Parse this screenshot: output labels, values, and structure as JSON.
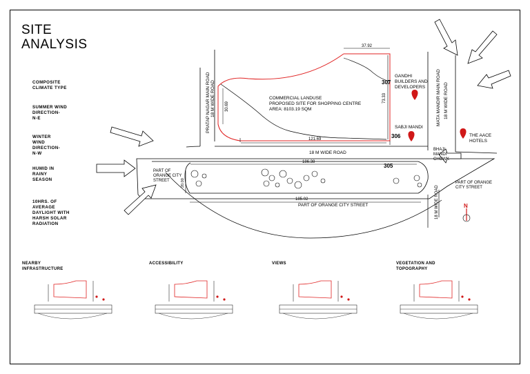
{
  "title_line1": "SITE",
  "title_line2": "ANALYSIS",
  "notes": {
    "climate": [
      "COMPOSITE",
      "CLIMATE TYPE"
    ],
    "summer": [
      "SUMMER WIND",
      "DIRECTION-",
      "N-E"
    ],
    "winter": [
      "WINTER",
      "WIND",
      "DIRECTION-",
      "N-W"
    ],
    "humid": [
      "HUMID IN",
      "RAINY",
      "SEASON"
    ],
    "daylight": [
      "10HRS. OF",
      "AVERAGE",
      "DAYLIGHT WITH",
      "HARSH SOLAR",
      "RADIATION"
    ]
  },
  "map": {
    "road_left": [
      "PRATAP NAGAR MAIN ROAD",
      "18 M WIDE ROAD"
    ],
    "road_right": [
      "MATA MANDIR MAIN ROAD",
      "18 M WIDE ROAD"
    ],
    "road_bottom_right": "18 M WIDE ROAD",
    "road_middle": "18 M WIDE ROAD",
    "site_label": [
      "COMMERCIAL LANDUSE",
      "PROPOSED SITE FOR SHOPPING CENTRE",
      "AREA: 8103.19 SQM"
    ],
    "gandhi": [
      "GANDHI",
      "BUILDERS AND",
      "DEVELOPERS"
    ],
    "sabji": "SABJI MANDI",
    "aace": [
      "THE AACE",
      "HOTELS"
    ],
    "bhaji": [
      "BHAJI",
      "MANDI",
      "CHOWK"
    ],
    "orange_left": [
      "PART OF",
      "ORANGE CITY",
      "STREET"
    ],
    "orange_right": [
      "PART OF ORANGE",
      "CITY STREET"
    ],
    "orange_bottom": "PART OF ORANGE CITY STREET",
    "dim_top": "37.92",
    "dim_right": "73.33",
    "dim_left": "30.69",
    "dim_bottom": "121.69",
    "dim_road_top": "186.38",
    "dim_road_bottom": "185.02",
    "dim_road_side": "20.00",
    "plot_307": "307",
    "plot_306": "306",
    "plot_305": "305",
    "north": "N"
  },
  "sub_titles": {
    "infra": [
      "NEARBY",
      "INFRASTRUCTURE"
    ],
    "access": "ACCESSIBILITY",
    "views": "VIEWS",
    "veg": [
      "VEGETATION AND",
      "TOPOGRAPHY"
    ]
  },
  "colors": {
    "boundary": "#e02020",
    "marker": "#d01818",
    "line": "#000000"
  }
}
